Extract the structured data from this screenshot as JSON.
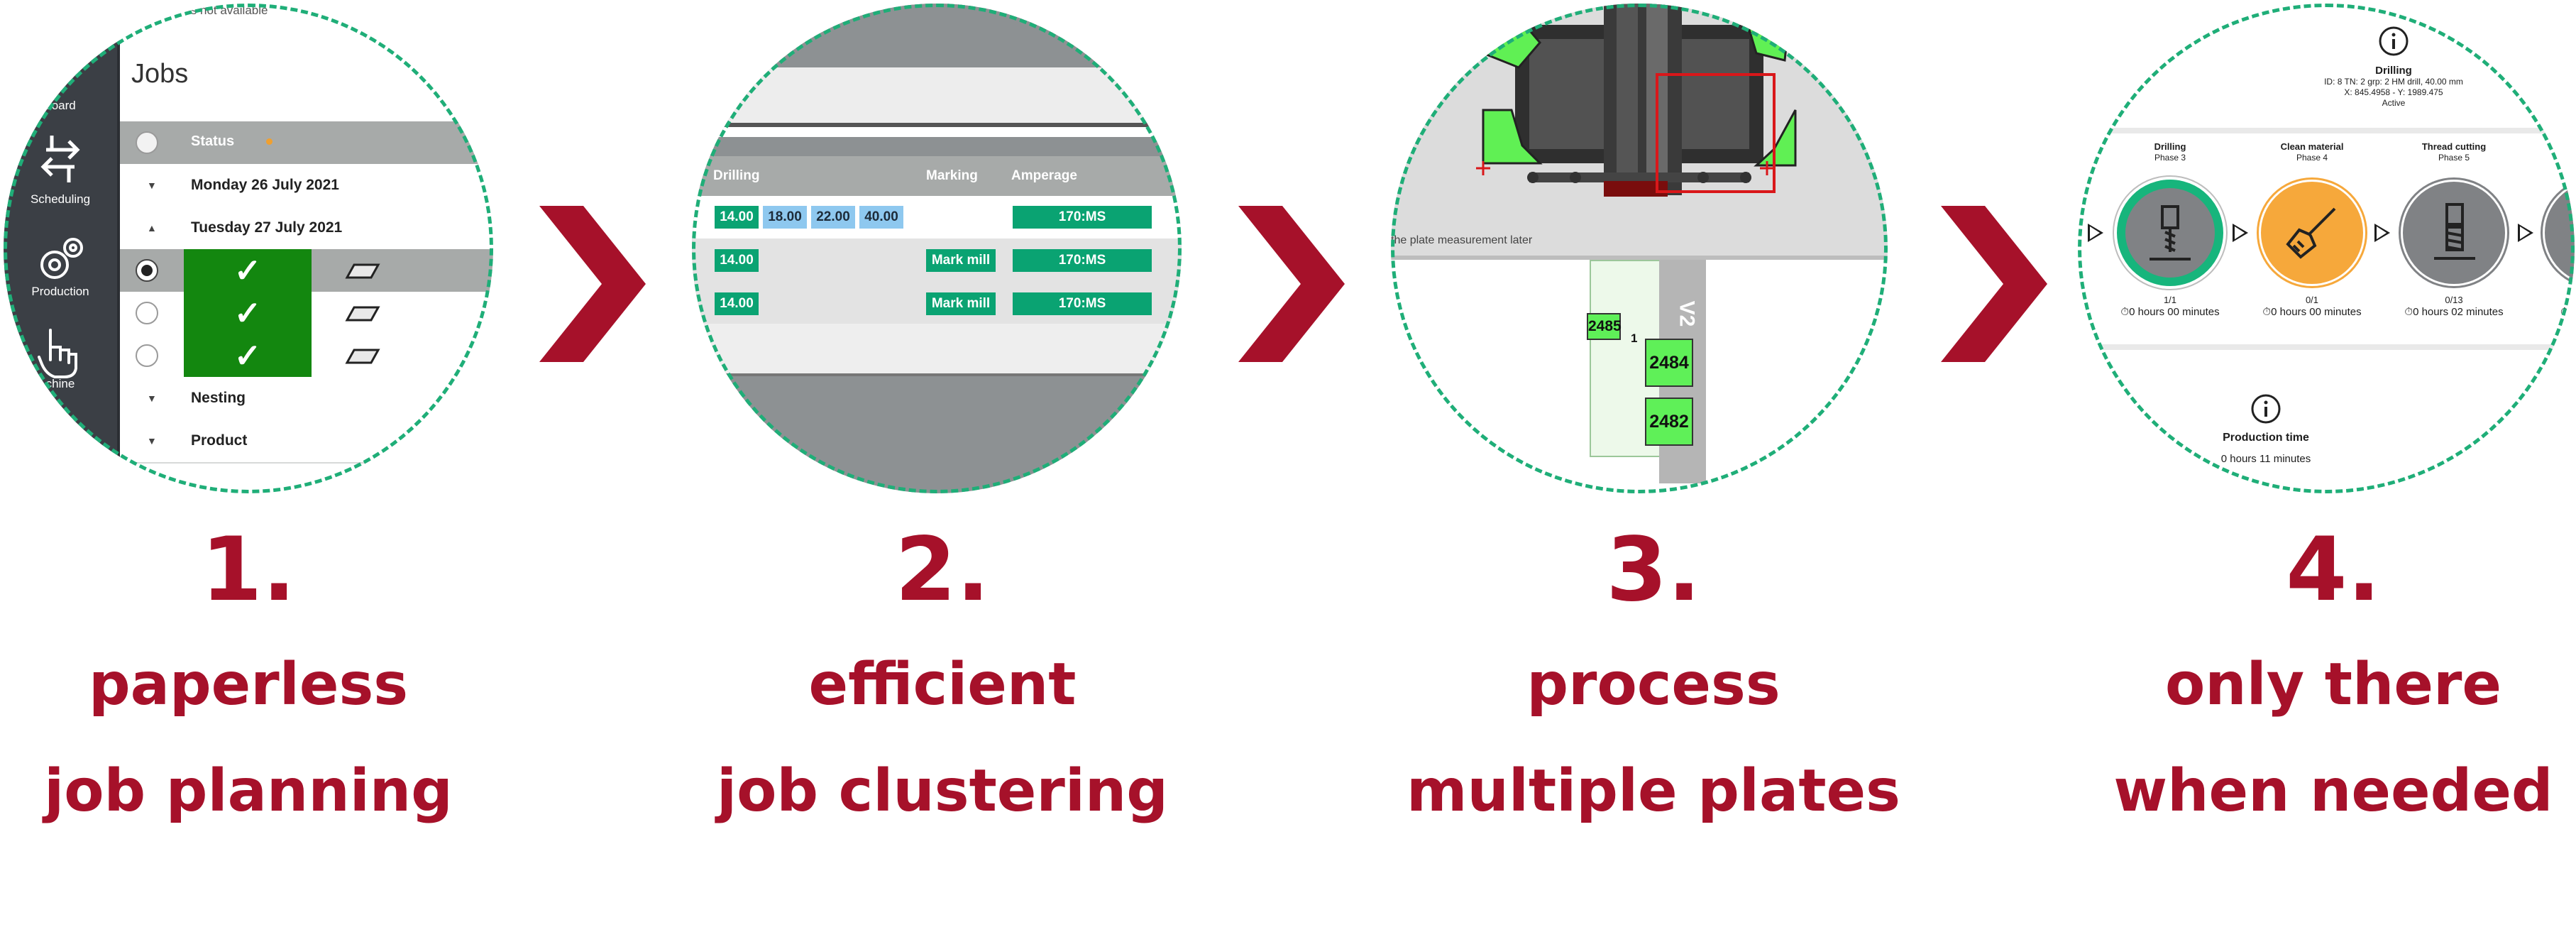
{
  "colors": {
    "brand_red": "#a6112a",
    "ring_green": "#1fae78",
    "tag_green": "#0aa372",
    "tag_blue": "#8ec8ef",
    "status_green": "#13870f"
  },
  "steps": [
    {
      "number": "1.",
      "line1": "paperless",
      "line2": "job planning"
    },
    {
      "number": "2.",
      "line1": "efficient",
      "line2": "job clustering"
    },
    {
      "number": "3.",
      "line1": "process",
      "line2": "multiple plates"
    },
    {
      "number": "4.",
      "line1": "only there",
      "line2": "when needed"
    }
  ],
  "panel1": {
    "title": "Jobs",
    "top_fragment": "is not available",
    "sidebar": [
      {
        "label": "board",
        "icon": "dashboard-icon"
      },
      {
        "label": "Scheduling",
        "icon": "scheduling-arrows-icon"
      },
      {
        "label": "Production",
        "icon": "gears-icon"
      },
      {
        "label": "chine",
        "icon": "hand-pointer-icon"
      }
    ],
    "column_header": "Status",
    "groups": [
      "Monday 26 July 2021",
      "Tuesday 27 July 2021",
      "Nesting",
      "Product"
    ],
    "rows": [
      {
        "selected": true,
        "status": "✓",
        "icon": "eraser-icon"
      },
      {
        "selected": false,
        "status": "✓",
        "icon": "eraser-icon"
      },
      {
        "selected": false,
        "status": "✓",
        "icon": "eraser-icon"
      }
    ]
  },
  "panel2": {
    "headers": [
      "Drilling",
      "Marking",
      "Amperage"
    ],
    "rows": [
      {
        "drilling": [
          "14.00",
          "18.00",
          "22.00",
          "40.00"
        ],
        "marking": "",
        "amperage": "170:MS"
      },
      {
        "drilling": [
          "14.00"
        ],
        "marking": "Mark mill",
        "amperage": "170:MS"
      },
      {
        "drilling": [
          "14.00"
        ],
        "marking": "Mark mill",
        "amperage": "170:MS"
      }
    ]
  },
  "panel3": {
    "note": "the plate measurement later",
    "labels": [
      "2485",
      "1",
      "2484",
      "2482"
    ],
    "side_text": "V2"
  },
  "panel4": {
    "top": {
      "title": "Drilling",
      "line1": "ID: 8 TN: 2 grp: 2 HM drill, 40.00 mm",
      "line2": "X: 845.4958 - Y: 1989.475",
      "status": "Active"
    },
    "phases": [
      {
        "name": "Drilling",
        "phase": "Phase 3",
        "count": "1/1",
        "time": "0 hours 00 minutes",
        "icon": "drill-icon",
        "color": "#808285"
      },
      {
        "name": "Clean material",
        "phase": "Phase 4",
        "count": "0/1",
        "time": "0 hours 00 minutes",
        "icon": "broom-icon",
        "color": "#f6a83b"
      },
      {
        "name": "Thread cutting",
        "phase": "Phase 5",
        "count": "0/13",
        "time": "0 hours 02 minutes",
        "icon": "tap-icon",
        "color": "#808285"
      }
    ],
    "bottom": {
      "title": "Production time",
      "value": "0 hours 11 minutes"
    }
  }
}
